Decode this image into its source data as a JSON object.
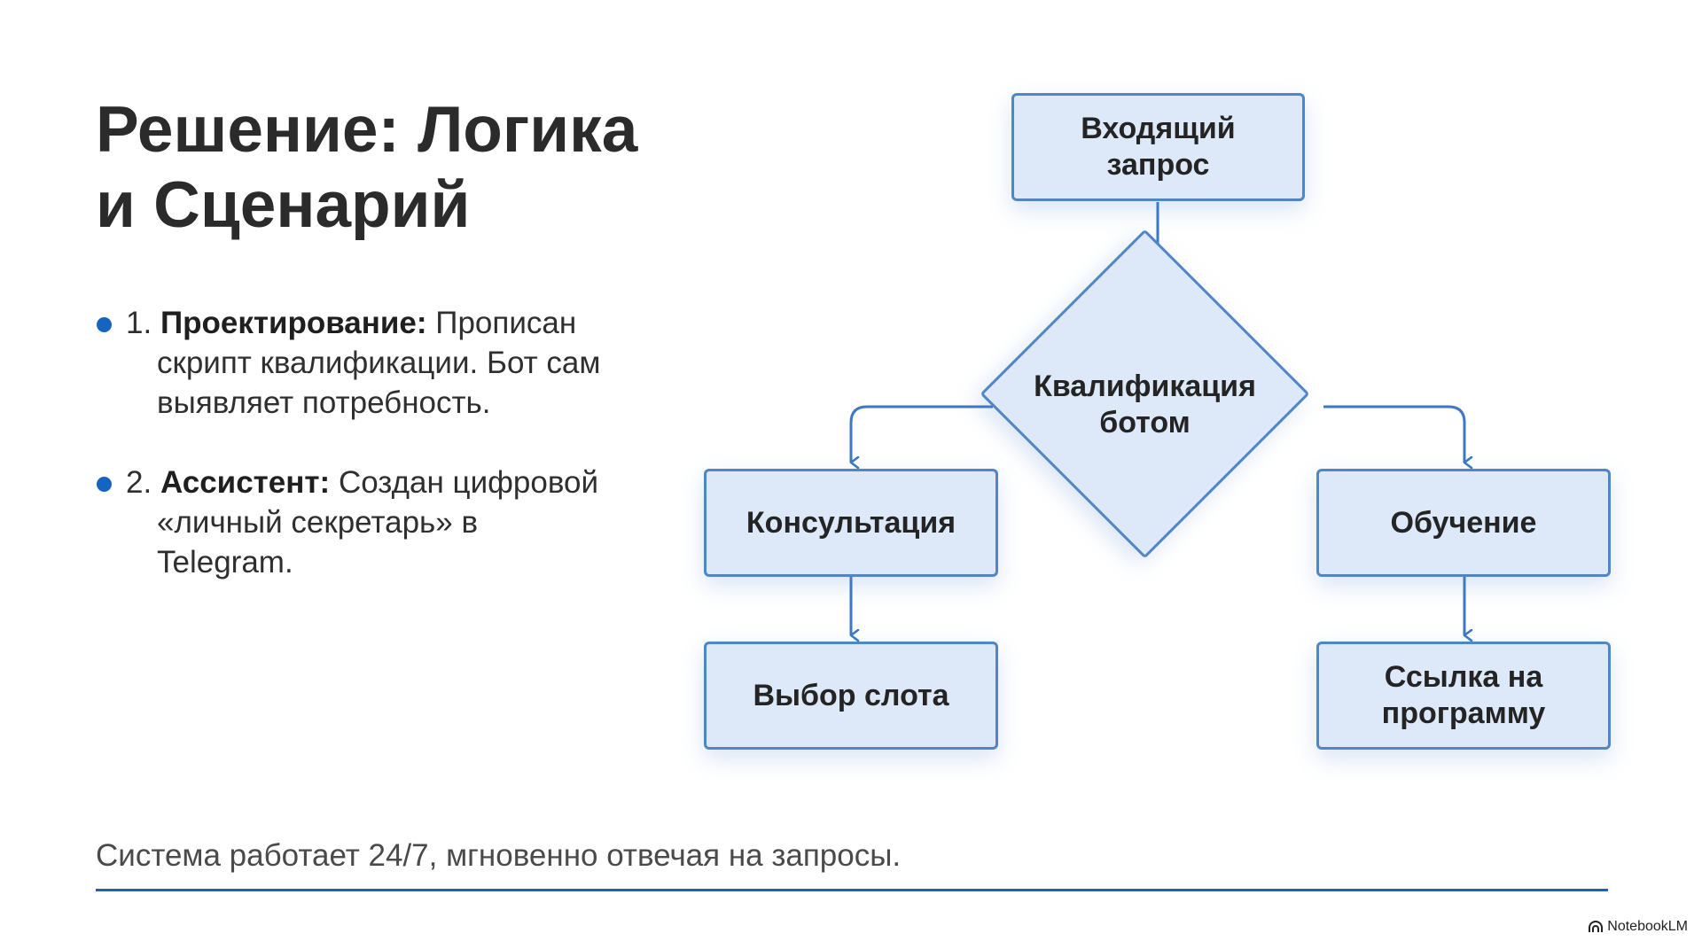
{
  "slide": {
    "title_line1": "Решение: Логика",
    "title_line2": "и Сценарий"
  },
  "bullets": [
    {
      "number": "1.",
      "term": "Проектирование:",
      "lines": [
        "Прописан",
        "скрипт квалификации. Бот сам",
        "выявляет потребность."
      ]
    },
    {
      "number": "2.",
      "term": "Ассистент:",
      "lines": [
        "Создан цифровой",
        "«личный секретарь» в",
        "Telegram."
      ]
    }
  ],
  "diagram": {
    "nodes": {
      "incoming_request": [
        "Входящий",
        "запрос"
      ],
      "qualification": [
        "Квалификация",
        "ботом"
      ],
      "consultation": [
        "Консультация"
      ],
      "slot_choice": [
        "Выбор слота"
      ],
      "training": [
        "Обучение"
      ],
      "program_link": [
        "Ссылка на",
        "программу"
      ]
    },
    "edges": [
      [
        "incoming_request",
        "qualification"
      ],
      [
        "qualification",
        "consultation"
      ],
      [
        "qualification",
        "training"
      ],
      [
        "consultation",
        "slot_choice"
      ],
      [
        "training",
        "program_link"
      ]
    ],
    "colors": {
      "node_fill": "#dde9f8",
      "node_border": "#4f86c6",
      "arrow": "#3d78c2",
      "accent": "#1565c0"
    }
  },
  "footer": {
    "text": "Система работает 24/7, мгновенно отвечая на запросы."
  },
  "brand": {
    "logo_icon": "notebooklm-logo-icon",
    "name": "NotebookLM"
  }
}
